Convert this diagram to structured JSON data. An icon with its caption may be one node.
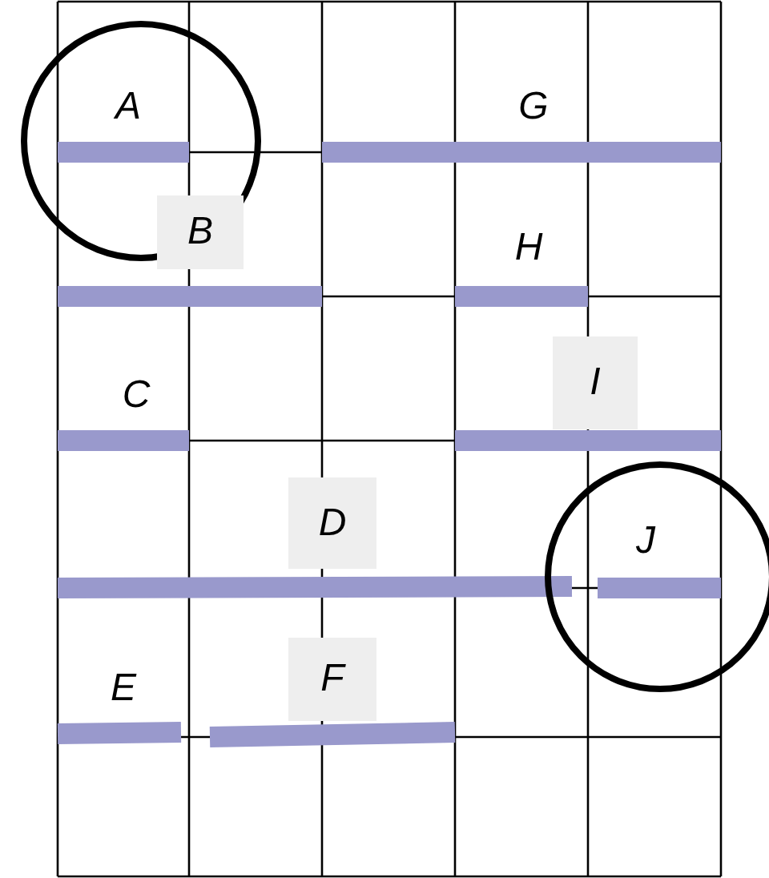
{
  "diagram": {
    "labels": [
      "A",
      "G",
      "B",
      "H",
      "C",
      "I",
      "D",
      "J",
      "E",
      "F"
    ]
  }
}
